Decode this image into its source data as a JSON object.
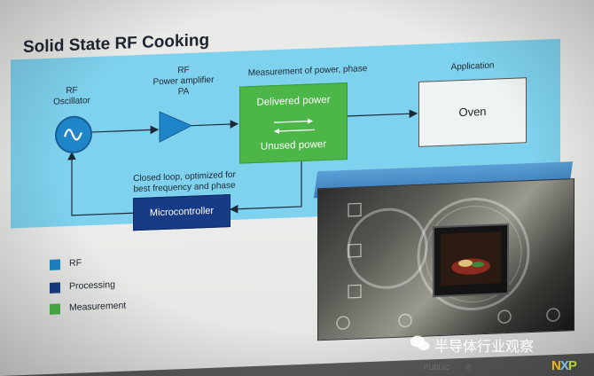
{
  "slide": {
    "title": "Solid State RF Cooking"
  },
  "diagram": {
    "oscillator_label_line1": "RF",
    "oscillator_label_line2": "Oscillator",
    "amplifier_label_line1": "RF",
    "amplifier_label_line2": "Power amplifier",
    "amplifier_label_line3": "PA",
    "measurement_label": "Measurement of power, phase",
    "delivered_power": "Delivered power",
    "unused_power": "Unused power",
    "application_label": "Application",
    "oven": "Oven",
    "closed_loop_line1": "Closed loop, optimized for",
    "closed_loop_line2": "best frequency and phase",
    "microcontroller": "Microcontroller"
  },
  "legend": {
    "items": [
      {
        "label": "RF",
        "color": "#1e86c8"
      },
      {
        "label": "Processing",
        "color": "#183b86"
      },
      {
        "label": "Measurement",
        "color": "#4cb648"
      }
    ]
  },
  "footer": {
    "public": "PUBLIC",
    "page": "8",
    "watermark": "半导体行业观察",
    "logo": "NXP"
  },
  "colors": {
    "band": "#7fd2ee",
    "rf": "#1e86c8",
    "processing": "#183b86",
    "measurement": "#4cb648"
  }
}
